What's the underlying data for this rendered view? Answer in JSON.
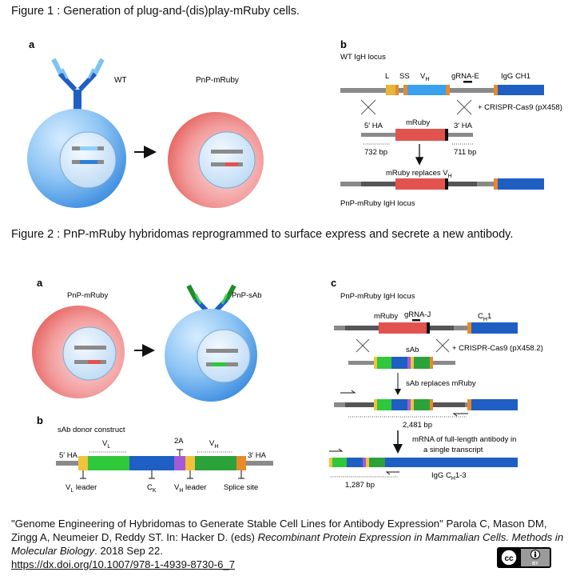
{
  "figure1": {
    "title": "Figure 1 : Generation of plug-and-(dis)play-mRuby cells.",
    "panel_a": {
      "letter": "a",
      "wt_label": "WT",
      "pnp_label": "PnP-mRuby"
    },
    "panel_b": {
      "letter": "b",
      "locus_title": "WT IgH locus",
      "segments": {
        "L": "L",
        "SS": "SS",
        "VH": "V",
        "VH_sub": "H",
        "gRNA": "gRNA-E",
        "IgG": "IgG CH1"
      },
      "crispr": "+ CRISPR-Cas9 (pX458)",
      "ha5": "5′ HA",
      "mruby": "mRuby",
      "ha3": "3′ HA",
      "bp_left": "732 bp",
      "bp_right": "711 bp",
      "replace_text": "mRuby replaces V",
      "replace_sub": "H",
      "result_locus": "PnP-mRuby IgH locus"
    }
  },
  "figure2": {
    "title": "Figure 2 : PnP-mRuby hybridomas reprogrammed to surface express and secrete a new antibody.",
    "panel_a": {
      "letter": "a",
      "pnp_label": "PnP-mRuby",
      "sab_label": "PnP-sAb"
    },
    "panel_b": {
      "letter": "b",
      "construct_title": "sAb donor construct",
      "ha5": "5′ HA",
      "ha3": "3′ HA",
      "vl": "V",
      "vl_sub": "L",
      "twoA": "2A",
      "vh": "V",
      "vh_sub": "H",
      "vl_leader": "V",
      "vl_leader_sub": "L",
      "vl_leader_rest": " leader",
      "ck": "C",
      "ck_sub": "K",
      "vh_leader": "V",
      "vh_leader_sub": "H",
      "vh_leader_rest": " leader",
      "splice": "Splice site"
    },
    "panel_c": {
      "letter": "c",
      "locus_title": "PnP-mRuby IgH locus",
      "mruby": "mRuby",
      "gRNA": "gRNA-J",
      "ch1": "C",
      "ch1_sub": "H",
      "ch1_rest": "1",
      "sab": "sAb",
      "crispr": "+ CRISPR-Cas9 (pX458.2)",
      "replace_text": "sAb replaces mRuby",
      "bp_1": "2,481 bp",
      "mrna_line1": "mRNA of full-length antibody in",
      "mrna_line2": "a single transcript",
      "igg_label": "IgG C",
      "igg_sub": "H",
      "igg_rest": "1-3",
      "bp_2": "1,287 bp"
    }
  },
  "citation": {
    "text_plain": "\"Genome Engineering of Hybridomas to Generate Stable Cell Lines for Antibody Expression\" Parola C, Mason DM, Zingg A, Neumeier D, Reddy ST. In: Hacker D. (eds) ",
    "book_italic": "Recombinant Protein Expression in Mammalian Cells. Methods in Molecular Biology",
    "date": ". 2018 Sep 22.",
    "doi": "https://dx.doi.org/10.1007/978-1-4939-8730-6_7"
  },
  "license_badge": {
    "cc": "cc",
    "by": "BY"
  },
  "colors": {
    "blue_light": "#9fd0ff",
    "blue_dark": "#2f7fd8",
    "red": "#e2534f",
    "pink_edge": "#f4b6b6",
    "gray_bar": "#8a8a8a",
    "igg_blue": "#1f5fc4",
    "vh_blue": "#3aa0f0",
    "orange": "#e8892a",
    "green": "#2ec83a",
    "purple": "#a45bd8"
  }
}
